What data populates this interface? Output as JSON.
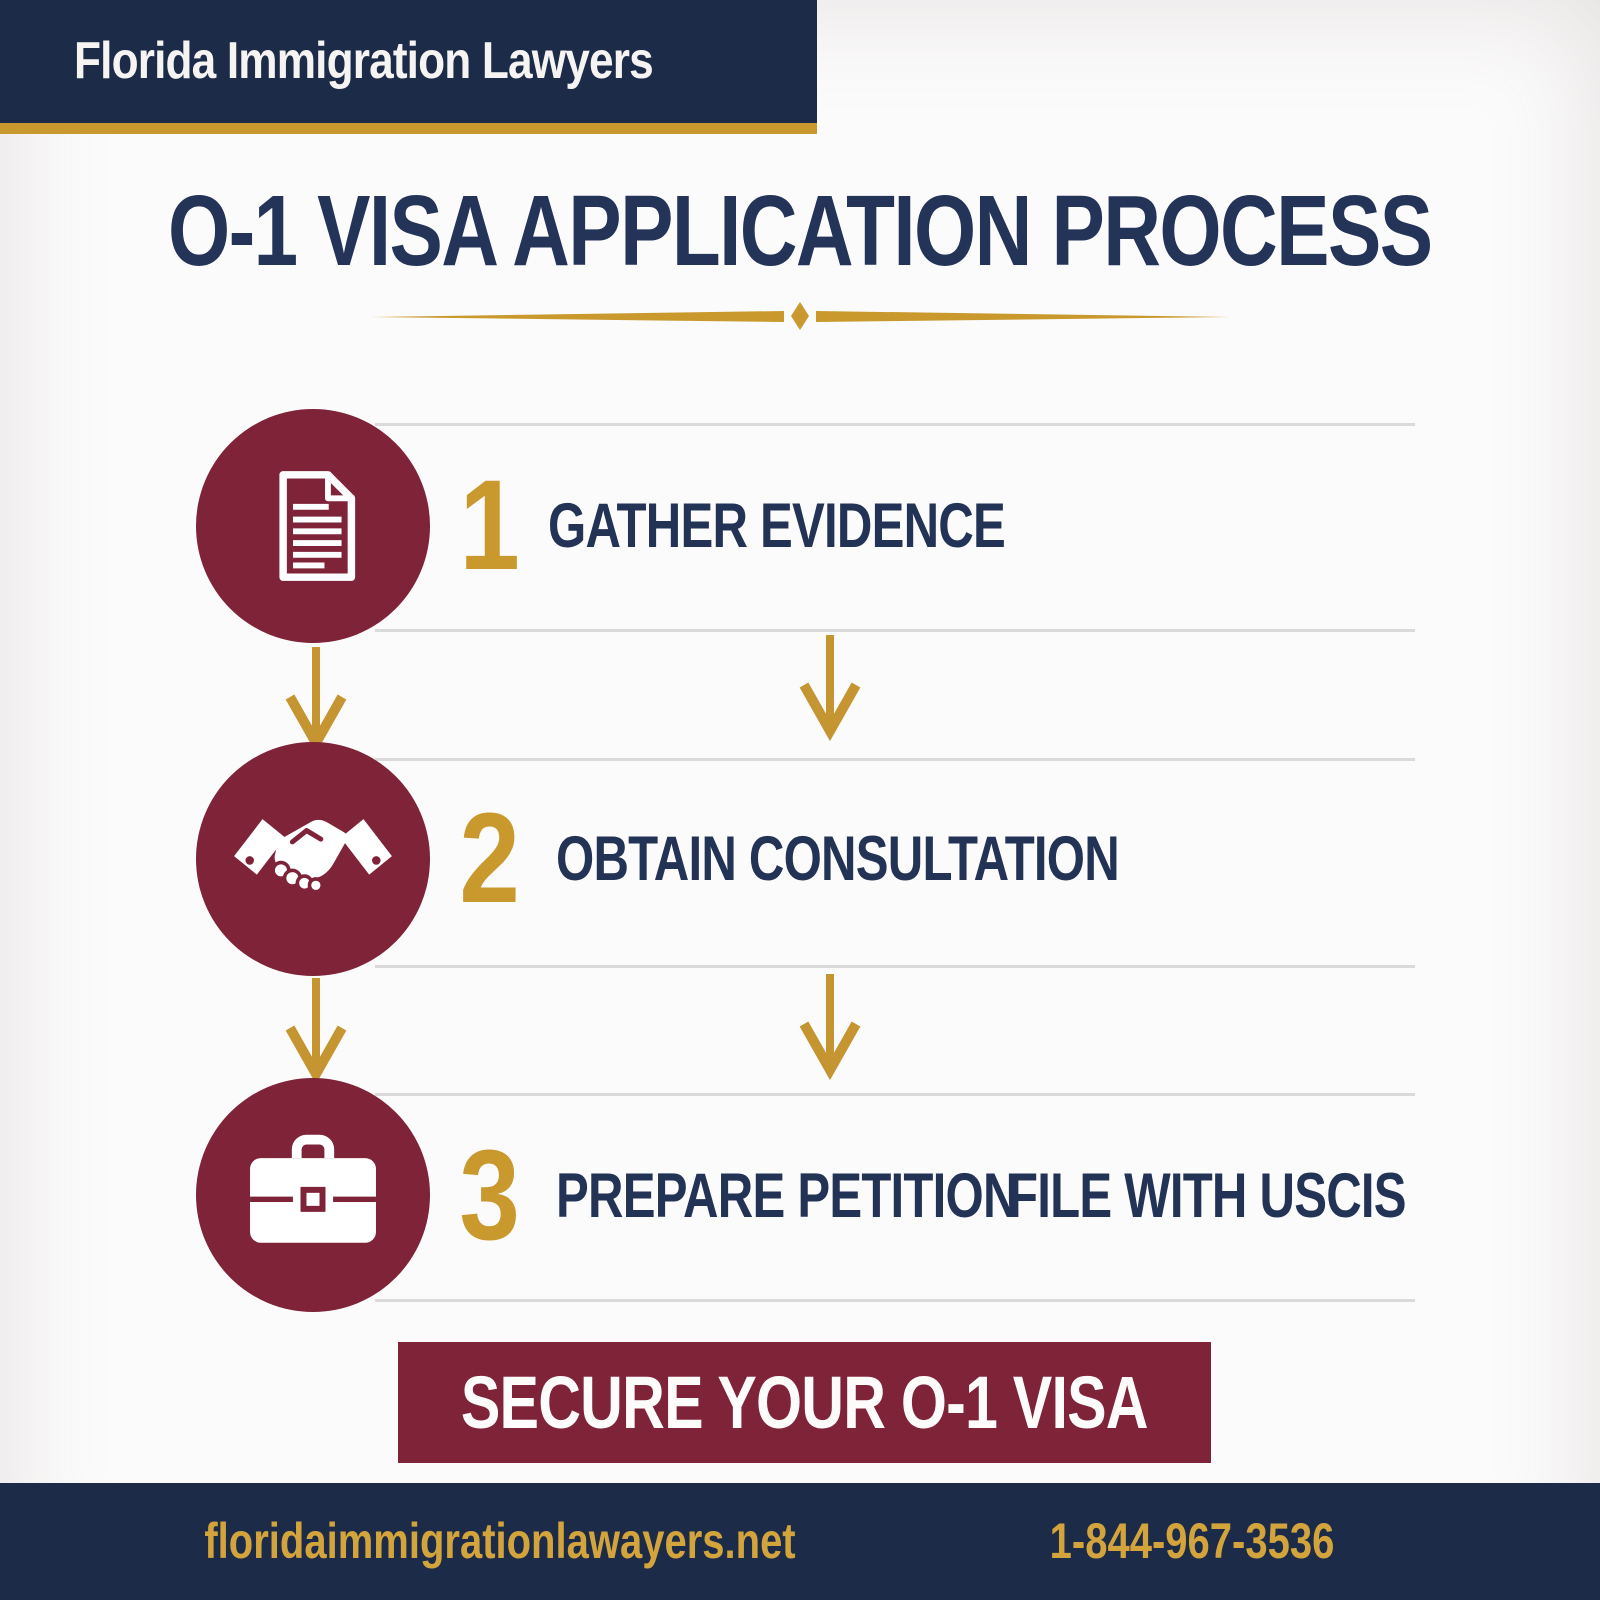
{
  "header": {
    "brand": "Florida Immigration Lawyers"
  },
  "title": "O-1 VISA APPLICATION PROCESS",
  "steps": [
    {
      "number": "1",
      "label": "GATHER EVIDENCE",
      "icon": "document-icon"
    },
    {
      "number": "2",
      "label": "OBTAIN CONSULTATION",
      "icon": "handshake-icon"
    },
    {
      "number": "3",
      "label": "PREPARE PETITION",
      "label2": "FILE WITH USCIS",
      "icon": "briefcase-icon"
    }
  ],
  "cta": {
    "label": "SECURE YOUR O-1 VISA"
  },
  "footer": {
    "website": "floridaimmigrationlawayers.net",
    "phone": "1-844-967-3536"
  },
  "colors": {
    "navy": "#1c2b47",
    "title_navy": "#243358",
    "maroon": "#7e2338",
    "gold": "#c9992e",
    "footer_gold": "#d4a43c",
    "line_gray": "#dbdad9"
  }
}
